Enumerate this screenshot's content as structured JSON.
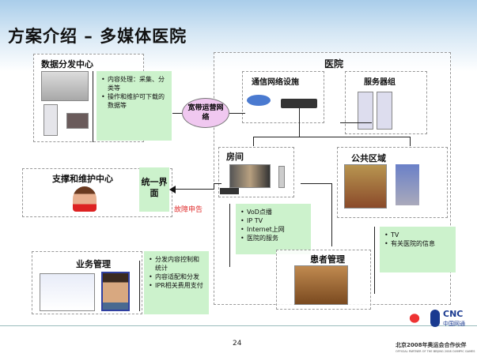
{
  "title": "方案介绍 – 多媒体医院",
  "data_center": {
    "title": "数据分发中心",
    "notes": [
      "内容处理：采集、分类等",
      "操作和维护可下载的数据等"
    ]
  },
  "network": {
    "label": "宽带运营网络"
  },
  "hospital": {
    "title": "医院",
    "comm": "通信网络设施",
    "servers": "服务器组",
    "room": {
      "title": "房间",
      "notes": [
        "VoD点播",
        "IP TV",
        "Internet上网",
        "医院的服务"
      ]
    },
    "public": {
      "title": "公共区域",
      "notes": [
        "TV",
        "有关医院的信息"
      ]
    },
    "patient": "患者管理"
  },
  "support": {
    "title": "支撑和维护中心",
    "interface": "统一界面",
    "fault": "故障申告"
  },
  "business": {
    "title": "业务管理",
    "notes": [
      "分发内容控制和统计",
      "内容适配和分发",
      "IPR相关费用支付"
    ]
  },
  "footer": {
    "page": "24",
    "partner": "北京2008年奥运会合作伙伴",
    "partner_en": "OFFICIAL PARTNER OF THE BEIJING 2008 OLYMPIC GAMES",
    "brand": "CNC",
    "brand_cn": "中国网通"
  }
}
